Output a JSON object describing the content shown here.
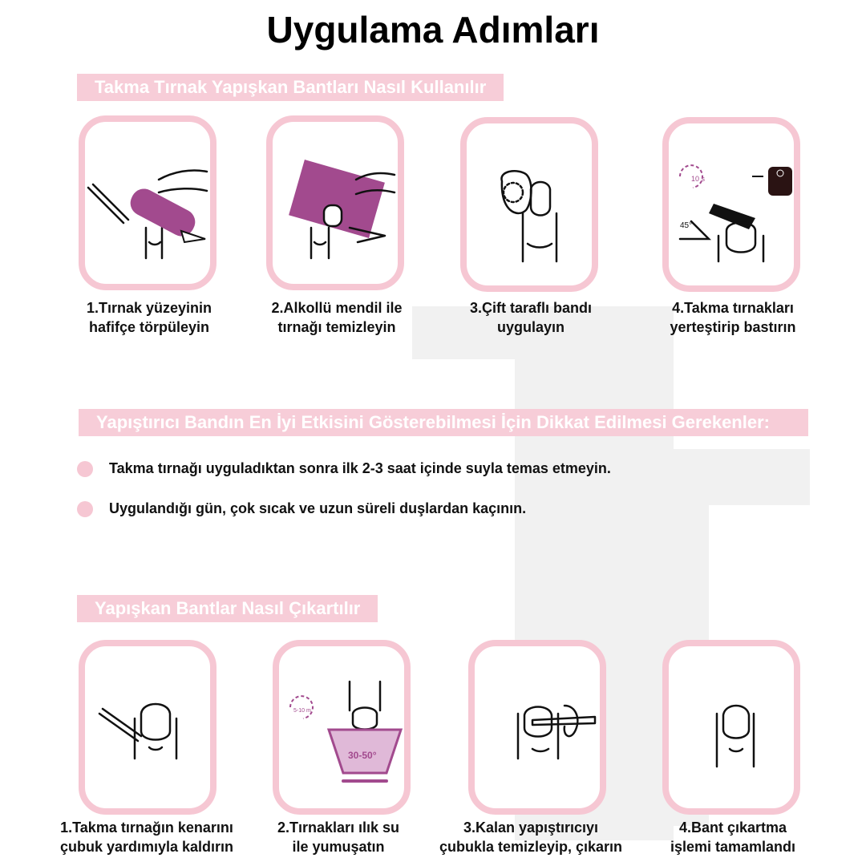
{
  "title": "Uygulama Adımları",
  "section1": {
    "heading": "Takma Tırnak Yapışkan Bantları Nasıl Kullanılır",
    "steps": [
      {
        "line1": "1.Tırnak yüzeyinin",
        "line2": "hafifçe törpüleyin",
        "icon": "nail-file-icon"
      },
      {
        "line1": "2.Alkollü mendil ile",
        "line2": "tırnağı temizleyin",
        "icon": "alcohol-wipe-icon"
      },
      {
        "line1": "3.Çift taraflı bandı",
        "line2": "uygulayın",
        "icon": "adhesive-tab-icon"
      },
      {
        "line1": "4.Takma tırnakları",
        "line2": "yerteştirip bastırın",
        "icon": "press-nail-icon",
        "timer": "10 s",
        "angle": "45°"
      }
    ]
  },
  "section2": {
    "heading": "Yapıştırıcı Bandın En İyi Etkisini Gösterebilmesi İçin Dikkat Edilmesi Gerekenler:",
    "bullets": [
      "Takma tırnağı uyguladıktan sonra ilk 2-3 saat içinde suyla temas etmeyin.",
      "Uygulandığı gün, çok sıcak ve uzun süreli duşlardan kaçının."
    ]
  },
  "section3": {
    "heading": "Yapışkan Bantlar Nasıl Çıkartılır",
    "steps": [
      {
        "line1": "1.Takma tırnağın kenarını",
        "line2": "çubuk yardımıyla kaldırın",
        "icon": "cuticle-stick-lift-icon"
      },
      {
        "line1": "2.Tırnakları ılık su",
        "line2": "ile yumuşatın",
        "icon": "warm-water-soak-icon",
        "timer": "5-10 m",
        "temp": "30-50°"
      },
      {
        "line1": "3.Kalan yapıştırıcıyı",
        "line2": "çubukla temizleyip, çıkarın",
        "icon": "clean-residue-icon"
      },
      {
        "line1": "4.Bant çıkartma",
        "line2": "işlemi tamamlandı",
        "icon": "bare-nail-icon"
      }
    ]
  },
  "colors": {
    "pink": "#f6c7d3",
    "banner": "#f7cdd8",
    "purple": "#a24a8e",
    "text": "#111111"
  }
}
